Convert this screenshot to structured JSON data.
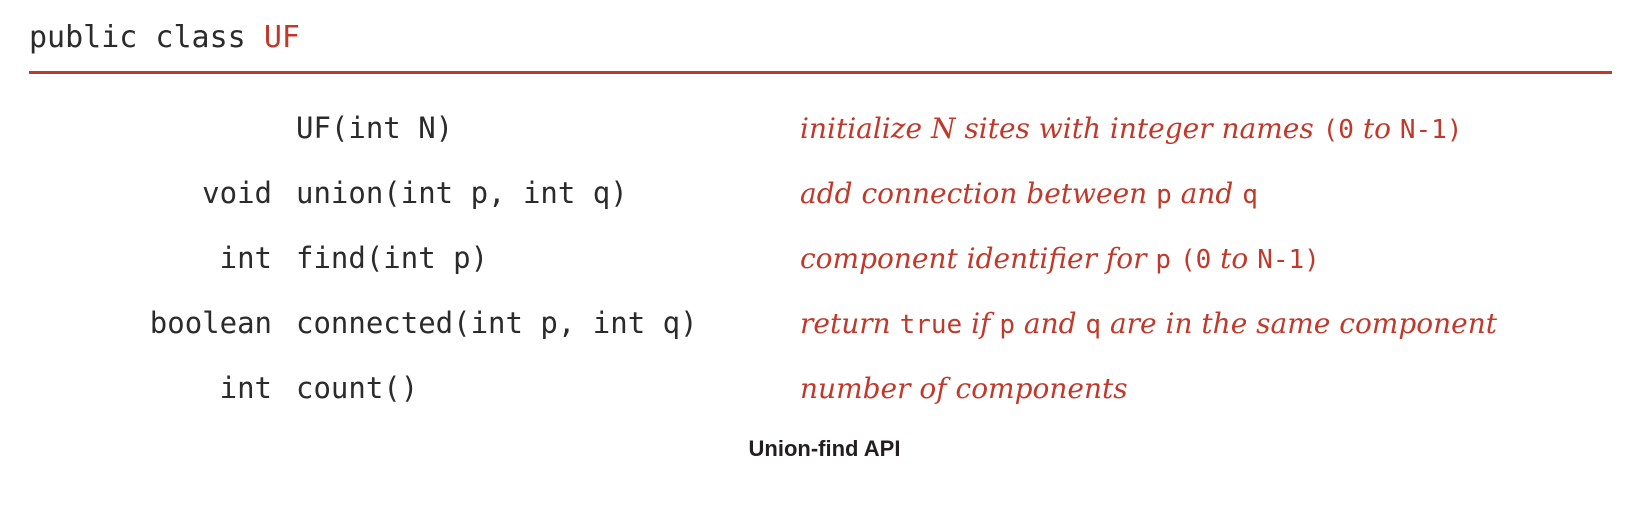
{
  "figure": {
    "caption": "Union-find API",
    "accent_color": "#c0392b",
    "code_color": "#2b2b2b",
    "caption_color": "#231f20",
    "background_color": "#ffffff"
  },
  "class_header": {
    "keywords": "public class ",
    "class_name": "UF"
  },
  "methods": [
    {
      "return_type": "",
      "signature": "UF(int N)",
      "description_parts": [
        {
          "text": "initialize N sites with integer names ",
          "style": "prose"
        },
        {
          "text": "(0",
          "style": "code"
        },
        {
          "text": " to ",
          "style": "prose"
        },
        {
          "text": "N-1)",
          "style": "code"
        }
      ],
      "description_plain": "initialize N sites with integer names (0 to N-1)"
    },
    {
      "return_type": "void",
      "signature": "union(int p, int q)",
      "description_parts": [
        {
          "text": "add connection between ",
          "style": "prose"
        },
        {
          "text": "p",
          "style": "code"
        },
        {
          "text": " and ",
          "style": "prose"
        },
        {
          "text": "q",
          "style": "code"
        }
      ],
      "description_plain": "add connection between p and q"
    },
    {
      "return_type": "int",
      "signature": "find(int p)",
      "description_parts": [
        {
          "text": "component identifier for ",
          "style": "prose"
        },
        {
          "text": "p",
          "style": "code"
        },
        {
          "text": " ",
          "style": "prose"
        },
        {
          "text": "(0",
          "style": "code"
        },
        {
          "text": " to ",
          "style": "prose"
        },
        {
          "text": "N-1)",
          "style": "code"
        }
      ],
      "description_plain": "component identifier for p (0 to N-1)"
    },
    {
      "return_type": "boolean",
      "signature": "connected(int p, int q)",
      "description_parts": [
        {
          "text": "return ",
          "style": "prose"
        },
        {
          "text": "true",
          "style": "code"
        },
        {
          "text": " if ",
          "style": "prose"
        },
        {
          "text": "p",
          "style": "code"
        },
        {
          "text": " and ",
          "style": "prose"
        },
        {
          "text": "q",
          "style": "code"
        },
        {
          "text": " are in the same component",
          "style": "prose"
        }
      ],
      "description_plain": "return true if p and q are in the same component"
    },
    {
      "return_type": "int",
      "signature": "count()",
      "description_parts": [
        {
          "text": "number of components",
          "style": "prose"
        }
      ],
      "description_plain": "number of components"
    }
  ]
}
